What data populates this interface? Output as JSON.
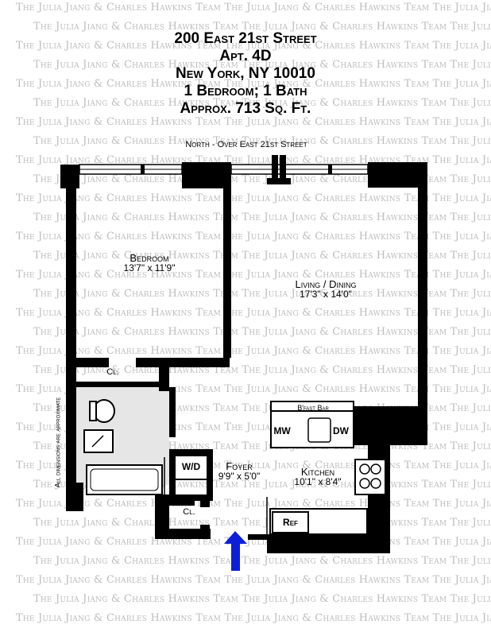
{
  "watermark": {
    "text": "The Julia Jiang & Charles Hawkins Team"
  },
  "header": {
    "address": "200 East 21st Street",
    "apartment": "Apt. 4D",
    "city": "New York, NY 10010",
    "layout": "1 Bedroom; 1 Bath",
    "area": "Approx. 713 Sq. Ft."
  },
  "orientation": "North - Over East 21st Street",
  "rooms": {
    "bedroom": {
      "name": "Bedroom",
      "dims": "13'7\" x 11'9\""
    },
    "living": {
      "name": "Living / Dining",
      "dims": "17'3\" x 14'0\""
    },
    "foyer": {
      "name": "Foyer",
      "dims": "9'9\" x 5'0\""
    },
    "kitchen": {
      "name": "Kitchen",
      "dims": "10'1\" x 8'4\""
    },
    "closet_top": "Cl.",
    "closet_bottom": "Cl.",
    "bfast_bar": "B'fast Bar",
    "mw": "MW",
    "dw": "DW",
    "wd": "W/D",
    "ref": "Ref"
  },
  "disclaimer": "All dimensions are approximate",
  "colors": {
    "wall": "#000000",
    "entry_arrow": "#0b1fd8",
    "watermark": "#bdbdbd",
    "bath_floor": "#e6e6e6"
  }
}
